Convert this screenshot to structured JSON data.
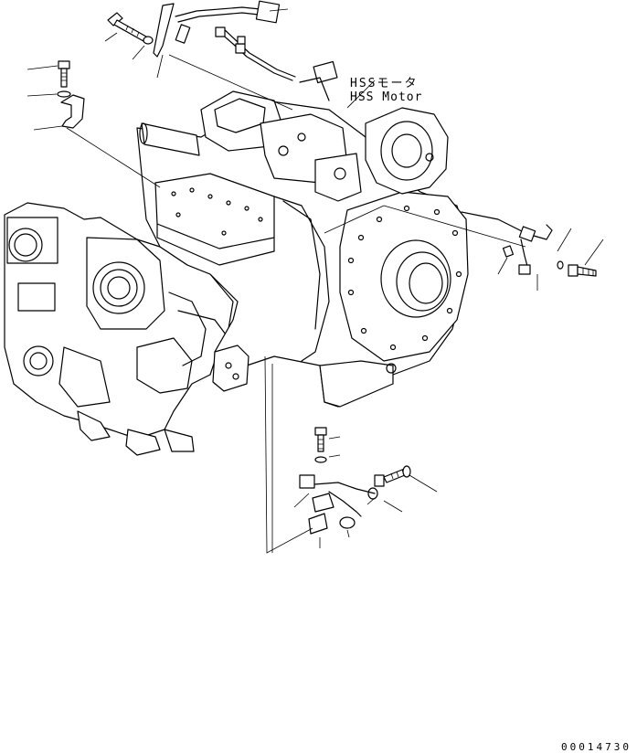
{
  "labels": {
    "hss_motor_ja": "HSSモータ",
    "hss_motor_en": "HSS Motor",
    "drawing_number": "00014730"
  }
}
